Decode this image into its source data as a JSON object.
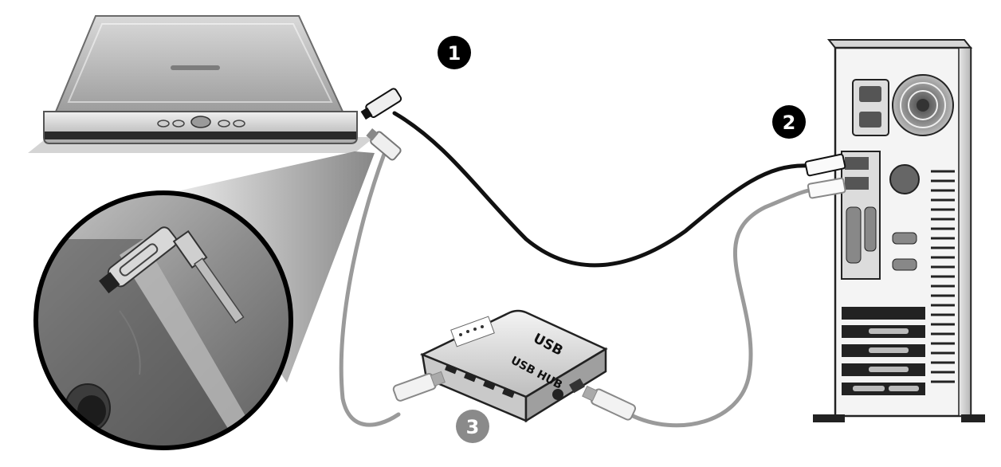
{
  "steps": [
    {
      "number": "1",
      "color": "#000000"
    },
    {
      "number": "2",
      "color": "#000000"
    },
    {
      "number": "3",
      "color": "#8a8a8a"
    }
  ],
  "hub": {
    "label": "USB HUB",
    "logo": "USB"
  },
  "cables": {
    "direct_color": "#111111",
    "hub_color": "#9a9a9a"
  },
  "icons": [
    "scanner-icon",
    "computer-tower-icon",
    "usb-hub-icon",
    "usb-plug-icon",
    "magnifier-callout-icon",
    "power-socket-icon",
    "fan-grille-icon"
  ]
}
